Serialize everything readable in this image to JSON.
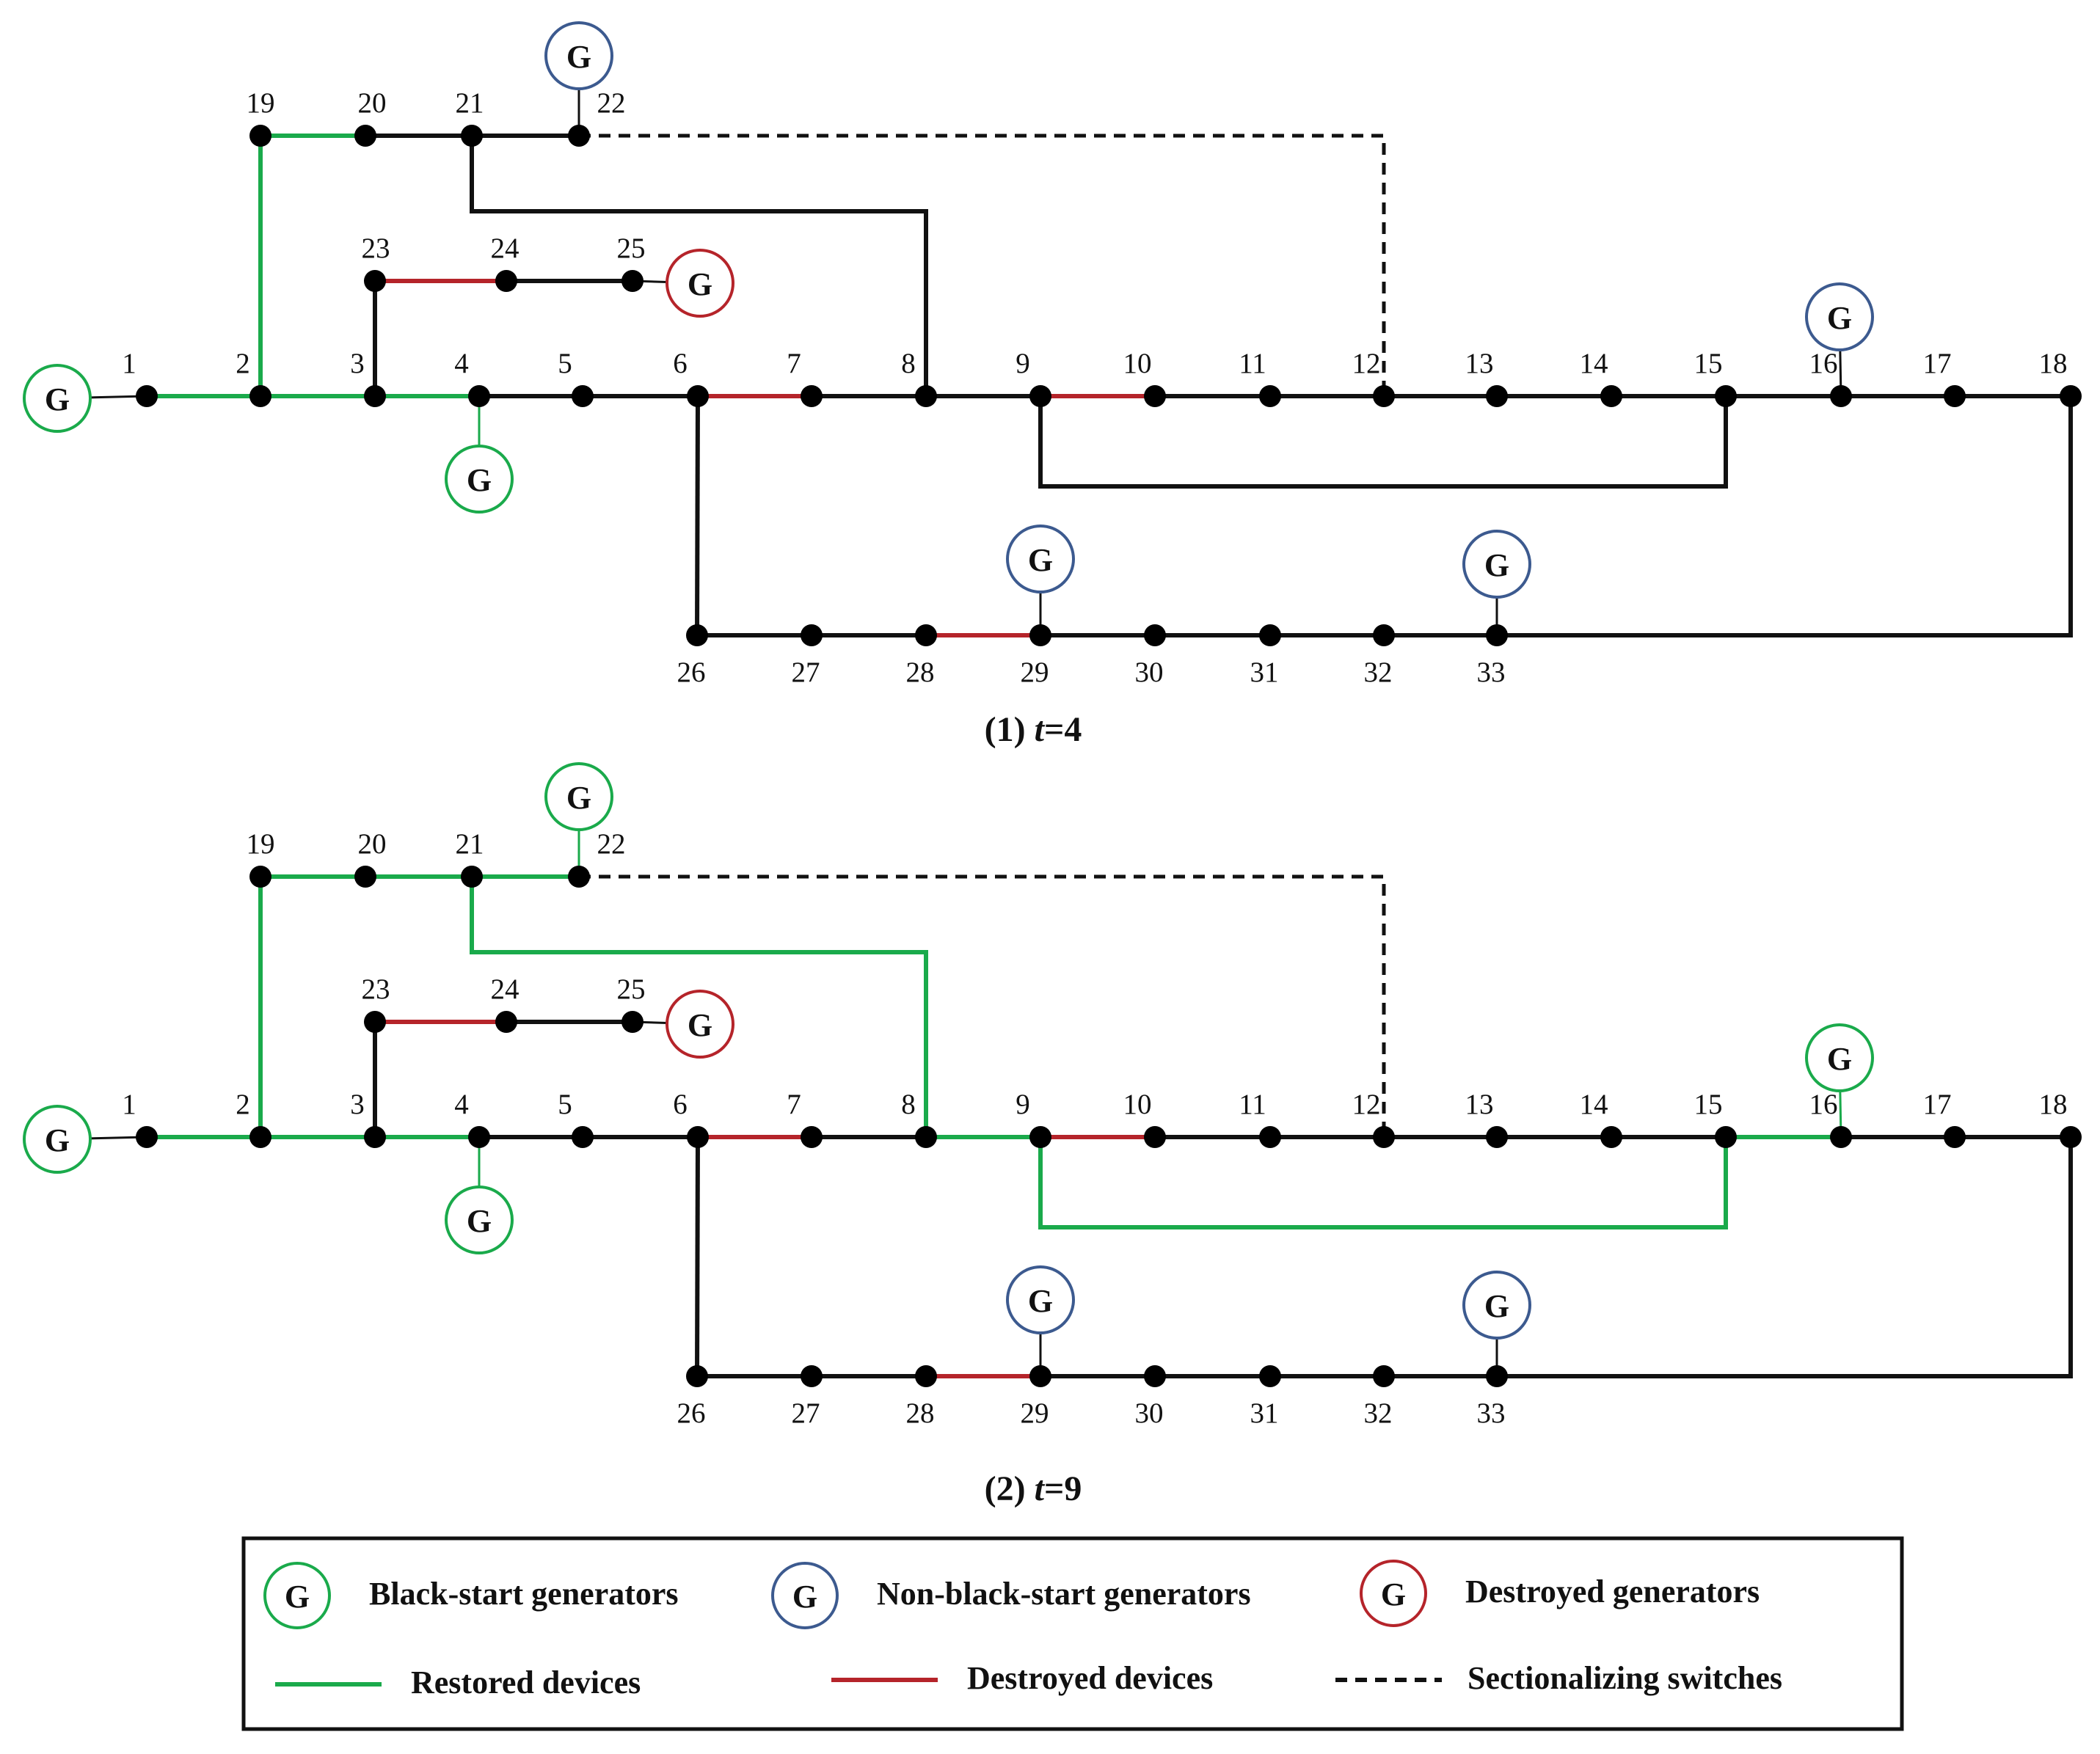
{
  "colors": {
    "normal": "#111111",
    "restored": "#1aaa4b",
    "destroyed": "#b5242a",
    "black_start_ring": "#1aaa4b",
    "non_black_start_ring": "#3c5a8f",
    "destroyed_gen_ring": "#b5242a"
  },
  "generator_symbol": "G",
  "panels": [
    {
      "caption_prefix": "(1) ",
      "caption_var": "t",
      "caption_value": "=4",
      "restored_edges": [
        [
          1,
          2
        ],
        [
          2,
          3
        ],
        [
          3,
          4
        ],
        [
          2,
          19
        ],
        [
          19,
          20
        ]
      ],
      "restored_gen_links": [
        [
          4,
          "gen-4"
        ]
      ],
      "non_black_start_gen_16_restored": false
    },
    {
      "caption_prefix": "(2) ",
      "caption_var": "t",
      "caption_value": "=9",
      "restored_edges": [
        [
          1,
          2
        ],
        [
          2,
          3
        ],
        [
          3,
          4
        ],
        [
          2,
          19
        ],
        [
          19,
          20
        ],
        [
          20,
          21
        ],
        [
          21,
          22
        ],
        [
          21,
          8
        ],
        [
          8,
          9
        ],
        [
          9,
          15
        ],
        [
          15,
          16
        ]
      ],
      "restored_gen_links": [
        [
          4,
          "gen-4"
        ],
        [
          22,
          "gen-22"
        ],
        [
          16,
          "gen-16"
        ]
      ],
      "non_black_start_gen_16_restored": true
    }
  ],
  "network": {
    "bus_labels": [
      "1",
      "2",
      "3",
      "4",
      "5",
      "6",
      "7",
      "8",
      "9",
      "10",
      "11",
      "12",
      "13",
      "14",
      "15",
      "16",
      "17",
      "18",
      "19",
      "20",
      "21",
      "22",
      "23",
      "24",
      "25",
      "26",
      "27",
      "28",
      "29",
      "30",
      "31",
      "32",
      "33"
    ],
    "edges": [
      [
        1,
        2
      ],
      [
        2,
        3
      ],
      [
        3,
        4
      ],
      [
        4,
        5
      ],
      [
        5,
        6
      ],
      [
        6,
        7
      ],
      [
        7,
        8
      ],
      [
        8,
        9
      ],
      [
        9,
        10
      ],
      [
        10,
        11
      ],
      [
        11,
        12
      ],
      [
        12,
        13
      ],
      [
        13,
        14
      ],
      [
        14,
        15
      ],
      [
        15,
        16
      ],
      [
        16,
        17
      ],
      [
        17,
        18
      ],
      [
        2,
        19
      ],
      [
        19,
        20
      ],
      [
        20,
        21
      ],
      [
        21,
        22
      ],
      [
        3,
        23
      ],
      [
        23,
        24
      ],
      [
        24,
        25
      ],
      [
        6,
        26
      ],
      [
        26,
        27
      ],
      [
        27,
        28
      ],
      [
        28,
        29
      ],
      [
        29,
        30
      ],
      [
        30,
        31
      ],
      [
        31,
        32
      ],
      [
        32,
        33
      ],
      [
        21,
        8
      ],
      [
        9,
        15
      ],
      [
        18,
        33
      ]
    ],
    "destroyed_edges": [
      [
        6,
        7
      ],
      [
        9,
        10
      ],
      [
        23,
        24
      ],
      [
        28,
        29
      ]
    ],
    "switch_edges": [
      [
        22,
        12
      ]
    ]
  },
  "legend": {
    "black_start": "Black-start generators",
    "non_black_start": "Non-black-start generators",
    "destroyed_gen": "Destroyed generators",
    "restored": "Restored devices",
    "destroyed": "Destroyed devices",
    "switches": "Sectionalizing switches"
  }
}
